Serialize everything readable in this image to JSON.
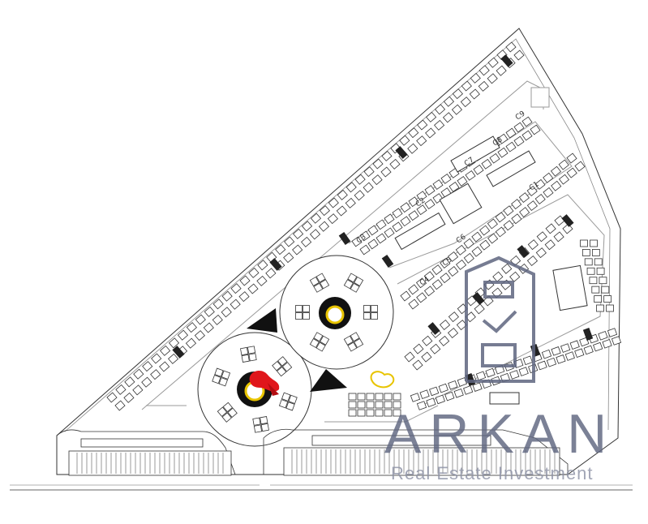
{
  "watermark": {
    "brand": "ARKAN",
    "tagline": "Real Estate Investment"
  },
  "colors": {
    "line": "#333333",
    "road": "#9a9a9a",
    "dark": "#111111",
    "accent": "#e0161b",
    "pond": "#f2d22a",
    "watermark": "#5f6680"
  },
  "zones": [
    "C1",
    "C2",
    "C3",
    "C4",
    "C5",
    "C6",
    "C7",
    "C8",
    "C9"
  ],
  "icons": {
    "logo": "building-logo-icon",
    "marker": "red-location-marker-icon"
  }
}
